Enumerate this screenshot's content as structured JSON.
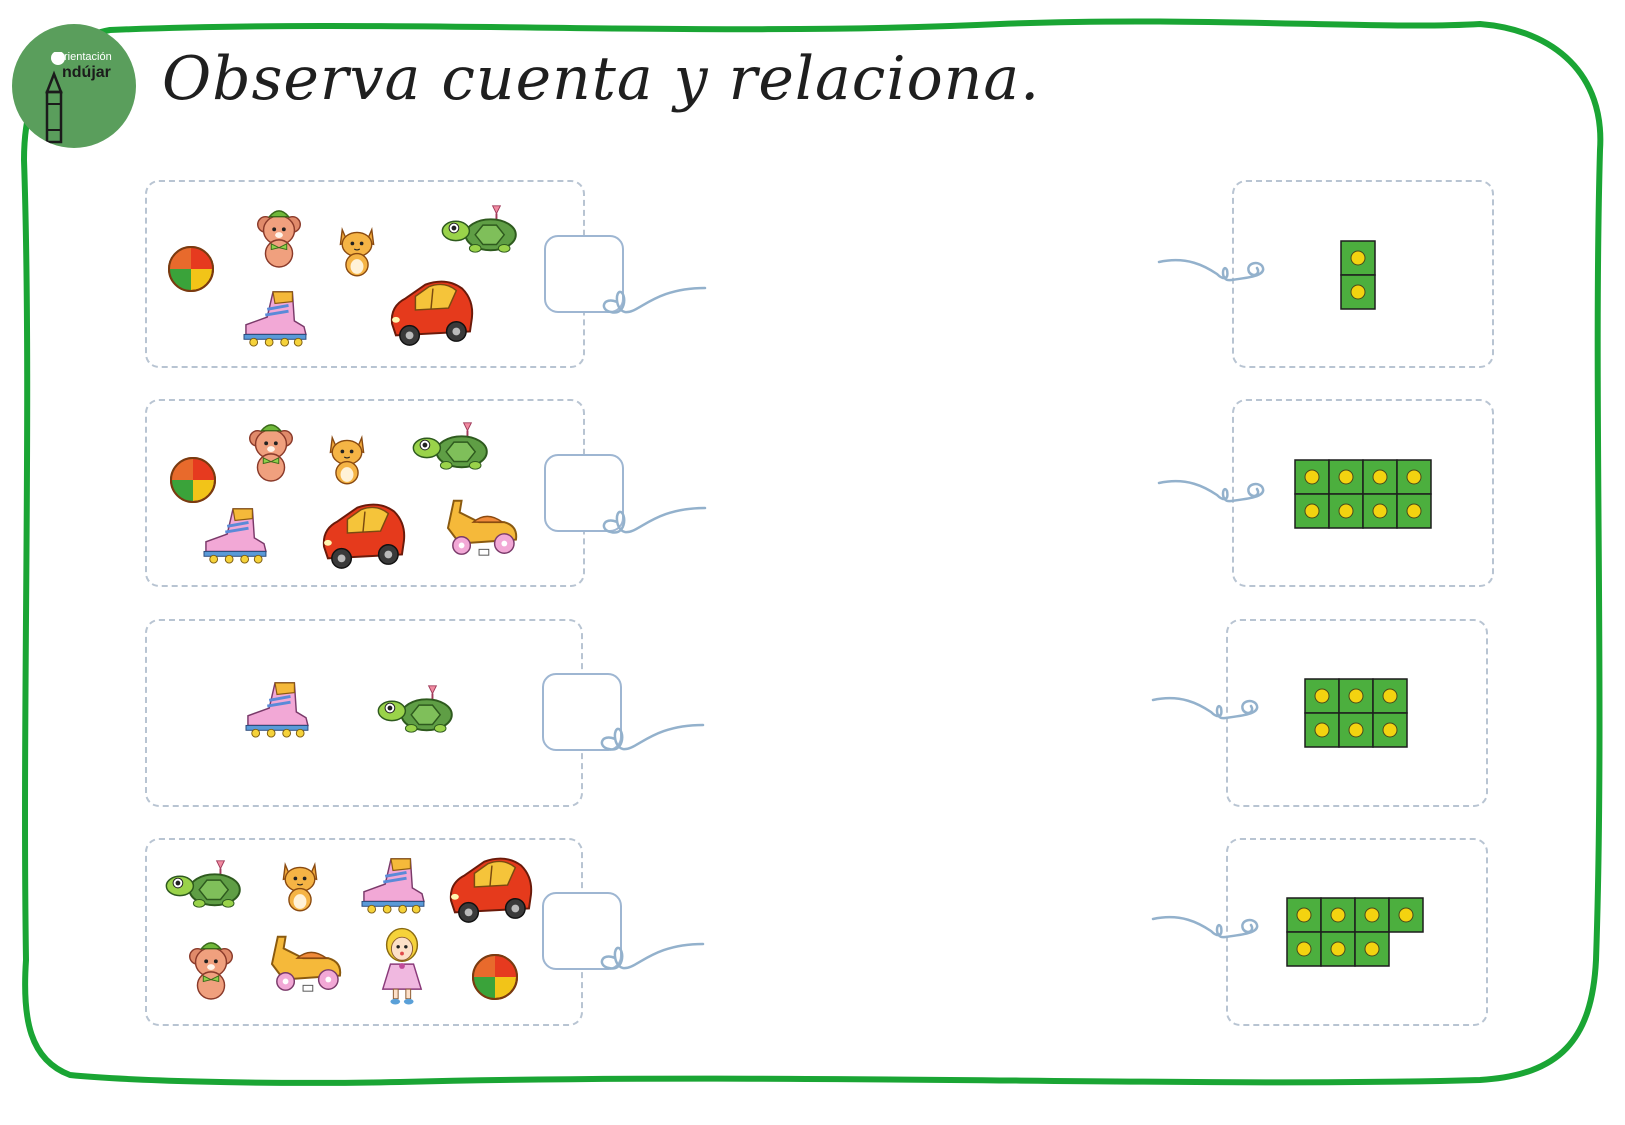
{
  "logo": {
    "text_small": "rientación",
    "text_big": "ndújar"
  },
  "title": "Observa cuenta y relaciona.",
  "colors": {
    "frame": "#1aa534",
    "logo": "#5a9e5c",
    "dashed_border": "#b8c4d2",
    "answer_box": "#9eb6d2",
    "connector": "#93b1cc",
    "block_fill": "#4caf3e",
    "block_dot": "#f3d310"
  },
  "picture_cards": [
    {
      "toys": [
        "ball",
        "teddy-bear",
        "cat",
        "turtle",
        "skate-boot",
        "car"
      ]
    },
    {
      "toys": [
        "ball",
        "teddy-bear",
        "cat",
        "turtle",
        "skate-boot",
        "car",
        "ride-on-toy"
      ]
    },
    {
      "toys": [
        "skate-boot",
        "turtle"
      ]
    },
    {
      "toys": [
        "turtle",
        "cat",
        "skate-boot",
        "car",
        "teddy-bear",
        "ride-on-toy",
        "doll",
        "ball"
      ]
    }
  ],
  "number_cards": [
    {
      "count": 2,
      "columns": 1
    },
    {
      "count": 8,
      "columns": 4
    },
    {
      "count": 6,
      "columns": 3
    },
    {
      "count": 7,
      "columns": 4
    }
  ]
}
